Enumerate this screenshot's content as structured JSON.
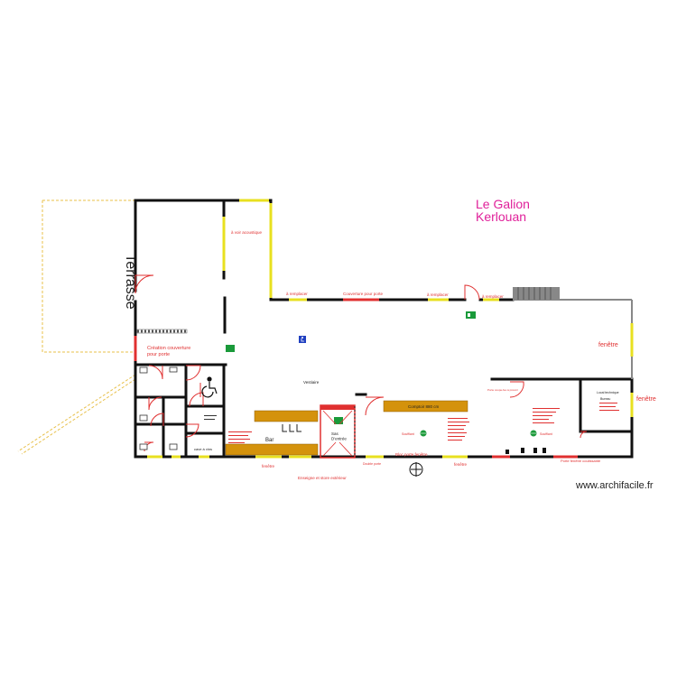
{
  "title": {
    "line1": "Le Galion",
    "line2": "Kerlouan"
  },
  "watermark": "www.archifacile.fr",
  "zones": {
    "terrace": "Terrasse",
    "bar": "Bar",
    "vestiaire": "Vestiaire",
    "counter": "Comptoir 880 cm",
    "cave": "cave à vins",
    "sas": "Sas\nD'entrée",
    "local": "Local technique",
    "local_sub": "Bureau"
  },
  "notes": {
    "acoustic": "à voir acoustique",
    "replace1": "à remplacer",
    "door_cover": "Couverture pour porte",
    "replace2": "à remplacer",
    "replace3": "à remplacer",
    "cover_create_1": "Création couverture",
    "cover_create_2": "pour porte",
    "window_right_top": "fenêtre",
    "window_right_mid": "fenêtre",
    "window_bottom_left": "fenêtre",
    "window_bottom_mid": "fenêtre",
    "enseigne": "Enseigne et store extérieur",
    "fire_door": "Porte fenêtre coulissante",
    "double_door": "Double porte",
    "bloc_a": "Bloc porte fenêtre",
    "blower_1": "Soufflant",
    "blower_2": "Soufflant",
    "fire_note": "Porte coupe-feu à prévoir"
  },
  "icons": [
    "accessibility-icon",
    "emergency-exit-icon",
    "fire-extinguisher-icon",
    "north-arrow-icon"
  ],
  "colors": {
    "title": "#e0209a",
    "note": "#e03030",
    "wall": "#111111",
    "window": "#e8e020",
    "counter": "#d4920c"
  }
}
